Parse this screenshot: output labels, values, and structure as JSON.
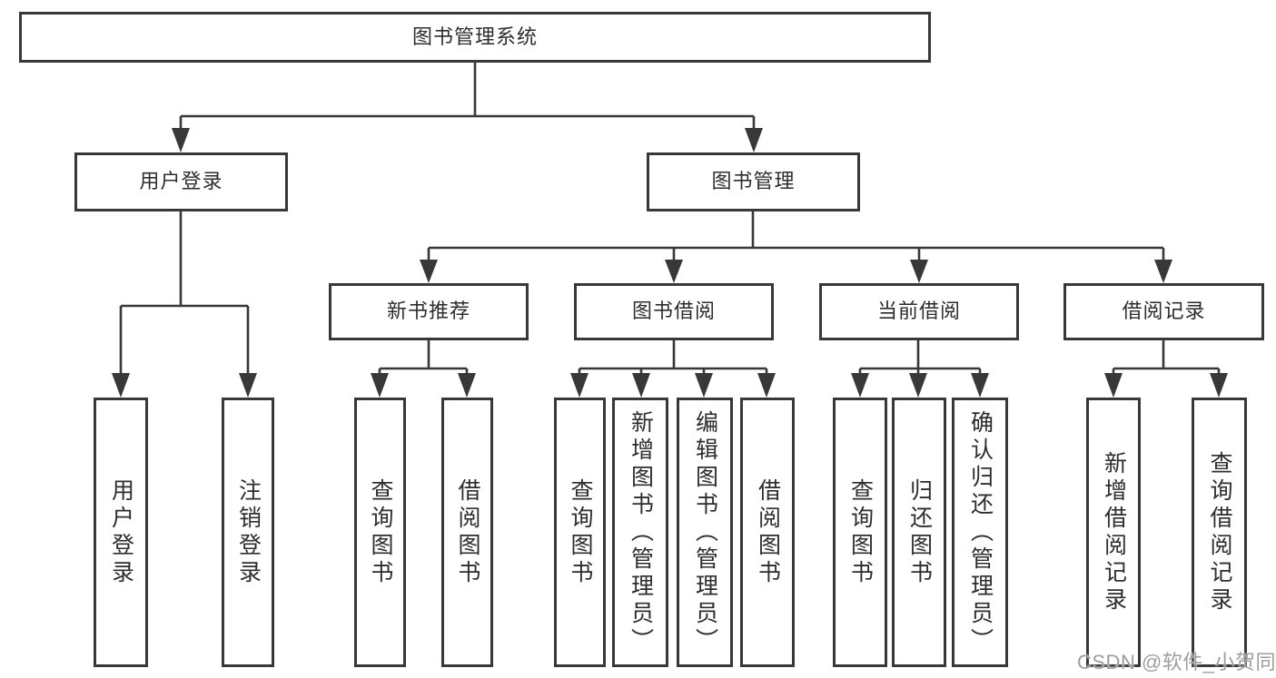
{
  "diagram_title": "图书管理系统",
  "colors": {
    "line": "#383838",
    "box_border": "#383838",
    "text": "#2d2d2d",
    "background": "#ffffff",
    "watermark": "#9e9e9e"
  },
  "tree": {
    "root": {
      "label": "图书管理系统"
    },
    "level2": [
      {
        "label": "用户登录"
      },
      {
        "label": "图书管理"
      }
    ],
    "level3": [
      {
        "label": "新书推荐",
        "parent": "图书管理"
      },
      {
        "label": "图书借阅",
        "parent": "图书管理"
      },
      {
        "label": "当前借阅",
        "parent": "图书管理"
      },
      {
        "label": "借阅记录",
        "parent": "图书管理"
      }
    ],
    "leaves": [
      {
        "label": "用户登录",
        "parent": "用户登录"
      },
      {
        "label": "注销登录",
        "parent": "用户登录"
      },
      {
        "label": "查询图书",
        "parent": "新书推荐"
      },
      {
        "label": "借阅图书",
        "parent": "新书推荐"
      },
      {
        "label": "查询图书",
        "parent": "图书借阅"
      },
      {
        "label": "新增图书（管理员）",
        "parent": "图书借阅"
      },
      {
        "label": "编辑图书（管理员）",
        "parent": "图书借阅"
      },
      {
        "label": "借阅图书",
        "parent": "图书借阅"
      },
      {
        "label": "查询图书",
        "parent": "当前借阅"
      },
      {
        "label": "归还图书",
        "parent": "当前借阅"
      },
      {
        "label": "确认归还（管理员）",
        "parent": "当前借阅"
      },
      {
        "label": "新增借阅记录",
        "parent": "借阅记录"
      },
      {
        "label": "查询借阅记录",
        "parent": "借阅记录"
      }
    ]
  },
  "watermark": {
    "text": "CSDN @软件_小贺同学"
  }
}
